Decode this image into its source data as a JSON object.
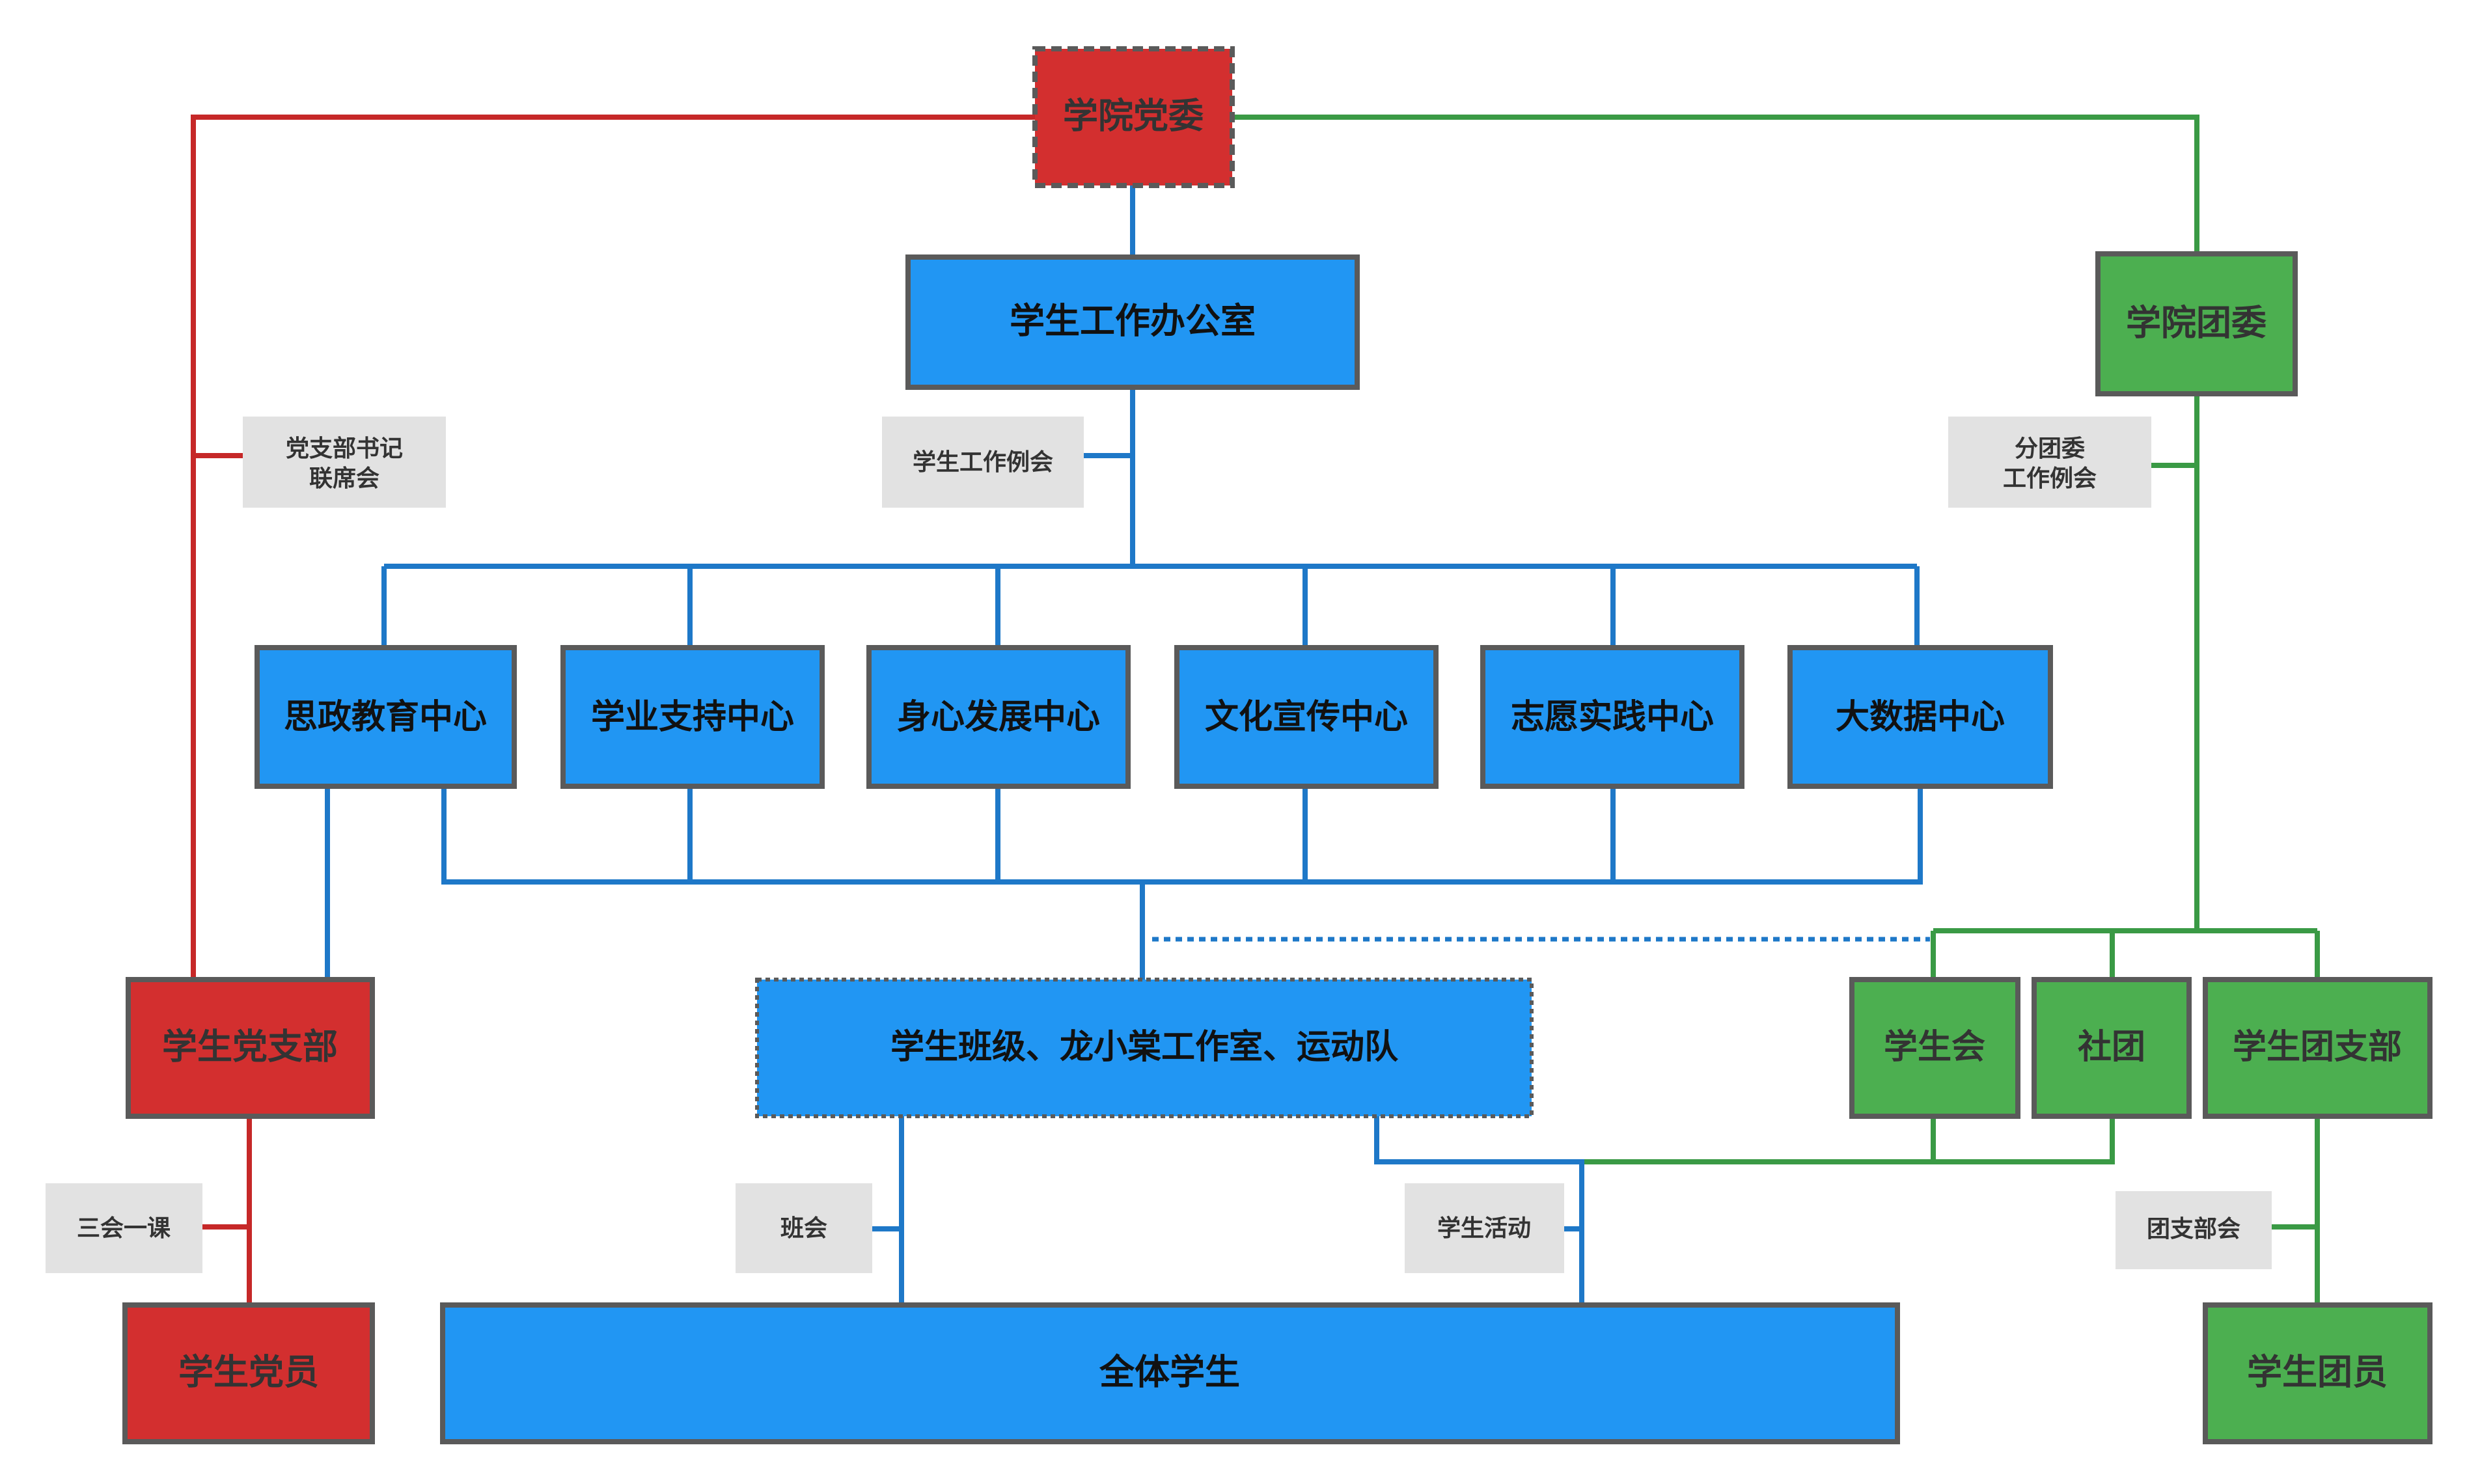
{
  "nodes": {
    "party_committee": "学院党委",
    "student_affairs_office": "学生工作办公室",
    "youth_league_committee": "学院团委",
    "center_ideology": "思政教育中心",
    "center_academic": "学业支持中心",
    "center_wellbeing": "身心发展中心",
    "center_culture": "文化宣传中心",
    "center_volunteer": "志愿实践中心",
    "center_bigdata": "大数据中心",
    "student_party_branch": "学生党支部",
    "classes_studio_team": "学生班级、龙小棠工作室、运动队",
    "student_union": "学生会",
    "clubs": "社团",
    "student_league_branch": "学生团支部",
    "student_party_members": "学生党员",
    "all_students": "全体学生",
    "student_league_members": "学生团员"
  },
  "labels": {
    "secretary_meeting_line1": "党支部书记",
    "secretary_meeting_line2": "联席会",
    "student_work_meeting": "学生工作例会",
    "league_meeting_line1": "分团委",
    "league_meeting_line2": "工作例会",
    "three_meetings_one_lesson": "三会一课",
    "class_meeting": "班会",
    "student_activities": "学生活动",
    "league_branch_meeting": "团支部会"
  },
  "colors": {
    "red": "#d32f2f",
    "blue": "#2196f3",
    "green": "#4caf50",
    "line_red": "#c62828",
    "line_blue": "#1e78c8",
    "line_green": "#3a9a45",
    "border": "#5a5a5a",
    "label_bg": "#e2e2e2"
  }
}
